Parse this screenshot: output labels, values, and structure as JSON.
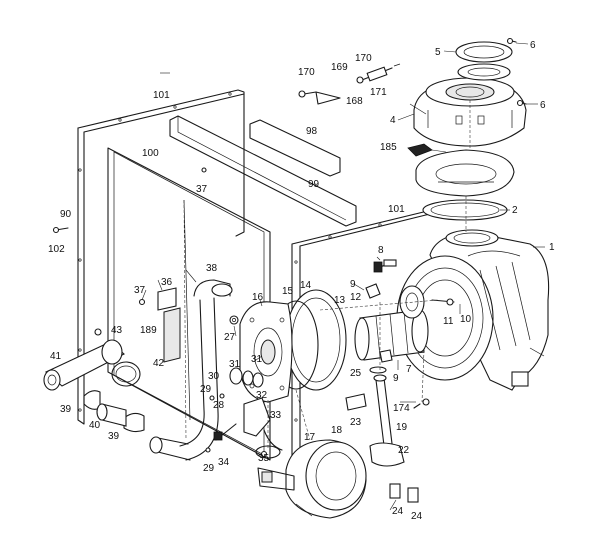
{
  "labels": {
    "p1": "1",
    "p2": "2",
    "p4": "4",
    "p5": "5",
    "p6a": "6",
    "p6b": "6",
    "p7": "7",
    "p8": "8",
    "p9a": "9",
    "p9b": "9",
    "p10": "10",
    "p11": "11",
    "p12": "12",
    "p13": "13",
    "p14": "14",
    "p15": "15",
    "p16": "16",
    "p17": "17",
    "p18": "18",
    "p19": "19",
    "p22": "22",
    "p23": "23",
    "p24a": "24",
    "p24b": "24",
    "p25": "25",
    "p27": "27",
    "p28": "28",
    "p29a": "29",
    "p29b": "29",
    "p30": "30",
    "p31a": "31",
    "p31b": "31",
    "p32": "32",
    "p33": "33",
    "p34": "34",
    "p35": "35",
    "p36": "36",
    "p37a": "37",
    "p37b": "37",
    "p38": "38",
    "p39a": "39",
    "p39b": "39",
    "p40": "40",
    "p41": "41",
    "p42": "42",
    "p43": "43",
    "p90": "90",
    "p98": "98",
    "p99": "99",
    "p100": "100",
    "p101a": "101",
    "p101b": "101",
    "p102": "102",
    "p168": "168",
    "p169": "169",
    "p170a": "170",
    "p170b": "170",
    "p171": "171",
    "p174": "174",
    "p185": "185",
    "p189": "189"
  }
}
